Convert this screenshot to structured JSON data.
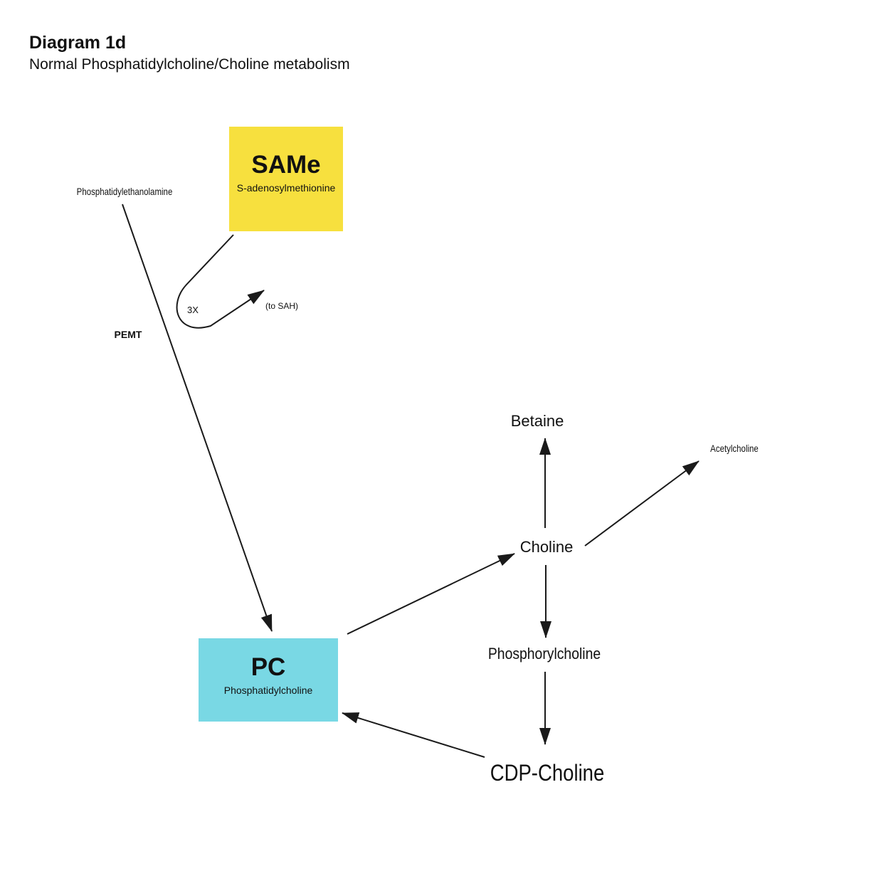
{
  "header": {
    "title": "Diagram 1d",
    "subtitle": "Normal Phosphatidylcholine/Choline metabolism"
  },
  "boxes": {
    "same": {
      "abbr": "SAMe",
      "full": "S-adenosylmethionine",
      "color": "#F7E03E"
    },
    "pc": {
      "abbr": "PC",
      "full": "Phosphatidylcholine",
      "color": "#79D8E4"
    }
  },
  "nodes": {
    "betaine": "Betaine",
    "choline": "Choline",
    "phosphorylcholine": "Phosphorylcholine",
    "cdp_choline": "CDP-Choline",
    "acetylcholine": "Acetylcholine",
    "phosphatidylethanolamine": "Phosphatidylethanolamine"
  },
  "labels": {
    "pemt": "PEMT",
    "times": "3X",
    "to_sah": "(to SAH)"
  },
  "edges": [
    {
      "from": "Phosphatidylethanolamine",
      "to": "PC",
      "label": "PEMT"
    },
    {
      "from": "SAMe",
      "to": "(to SAH)",
      "label": "3X"
    },
    {
      "from": "PC",
      "to": "Choline"
    },
    {
      "from": "Choline",
      "to": "Betaine"
    },
    {
      "from": "Choline",
      "to": "Acetylcholine"
    },
    {
      "from": "Choline",
      "to": "Phosphorylcholine"
    },
    {
      "from": "Phosphorylcholine",
      "to": "CDP-Choline"
    },
    {
      "from": "CDP-Choline",
      "to": "PC"
    }
  ],
  "colors": {
    "line": "#1A1A1A",
    "text": "#111111",
    "background": "#FFFFFF"
  }
}
